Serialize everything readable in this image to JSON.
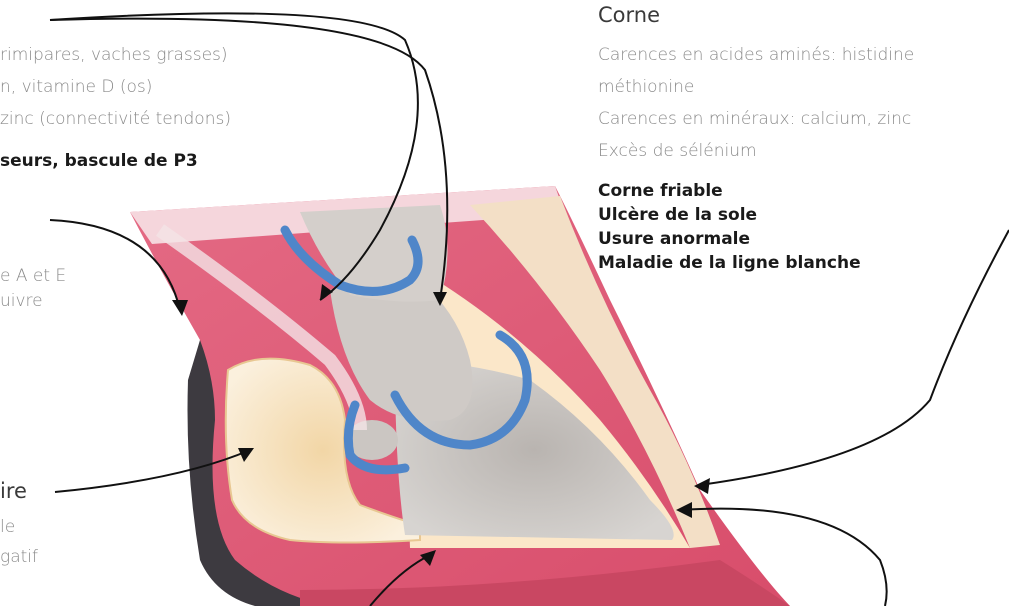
{
  "left_top": {
    "line1": "rimipares, vaches grasses)",
    "line2": "n, vitamine D (os)",
    "line3": "zinc (connectivité tendons)",
    "bold": "seurs, bascule de P3"
  },
  "left_mid": {
    "line1": "e A et E",
    "line2": "uivre"
  },
  "left_bottom": {
    "title": "ire",
    "line1": "le",
    "line2": "gatif"
  },
  "right": {
    "title": "Corne",
    "lines": [
      "Carences en acides aminés: histidine",
      "méthionine",
      "Carences en minéraux: calcium, zinc",
      "Excès de sélénium"
    ],
    "bold": [
      "Corne friable",
      "Ulcère de la sole",
      "Usure anormale",
      "Maladie de la ligne blanche"
    ]
  }
}
